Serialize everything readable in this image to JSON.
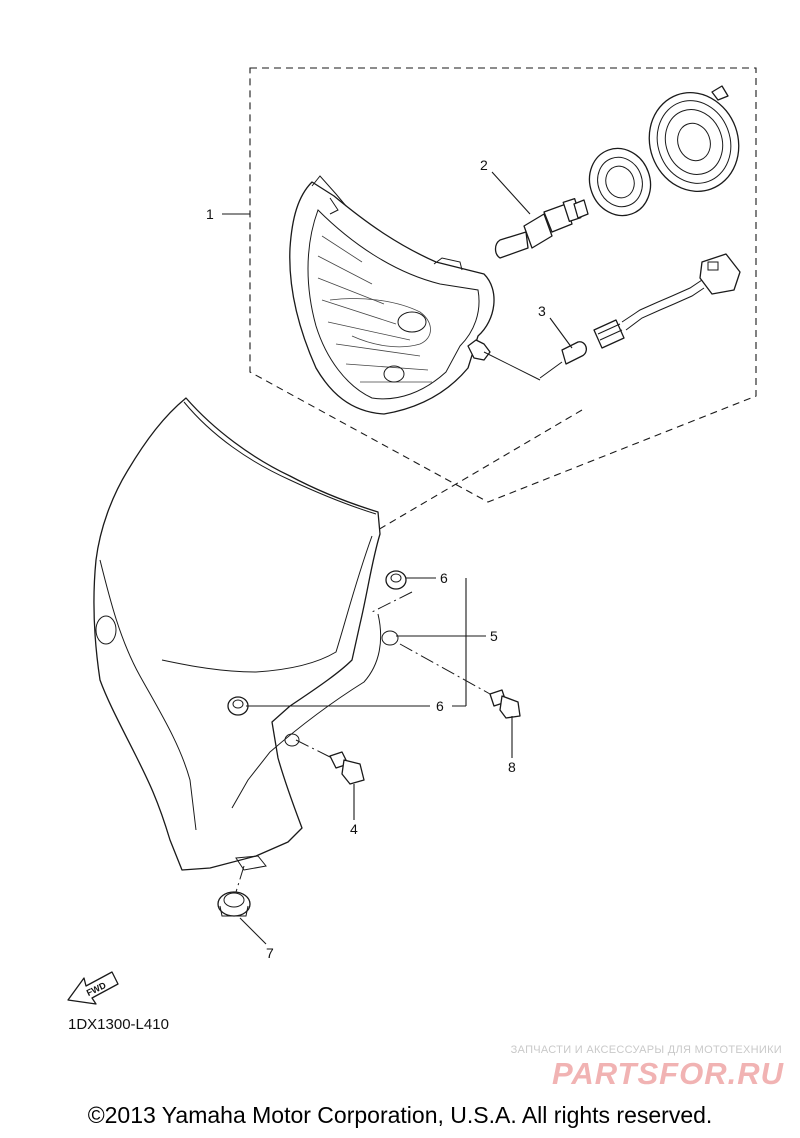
{
  "callouts": {
    "c1": "1",
    "c2": "2",
    "c3": "3",
    "c4": "4",
    "c5": "5",
    "c6a": "6",
    "c6b": "6",
    "c7": "7",
    "c8": "8"
  },
  "fwd_arrow": {
    "label": "FWD"
  },
  "diagram_code": "1DX1300-L410",
  "watermark": {
    "tagline": "ЗАПЧАСТИ И АКСЕССУАРЫ ДЛЯ МОТОТЕХНИКИ",
    "logo": "PARTSFOR.RU"
  },
  "copyright": "©2013 Yamaha Motor Corporation, U.S.A. All rights reserved."
}
